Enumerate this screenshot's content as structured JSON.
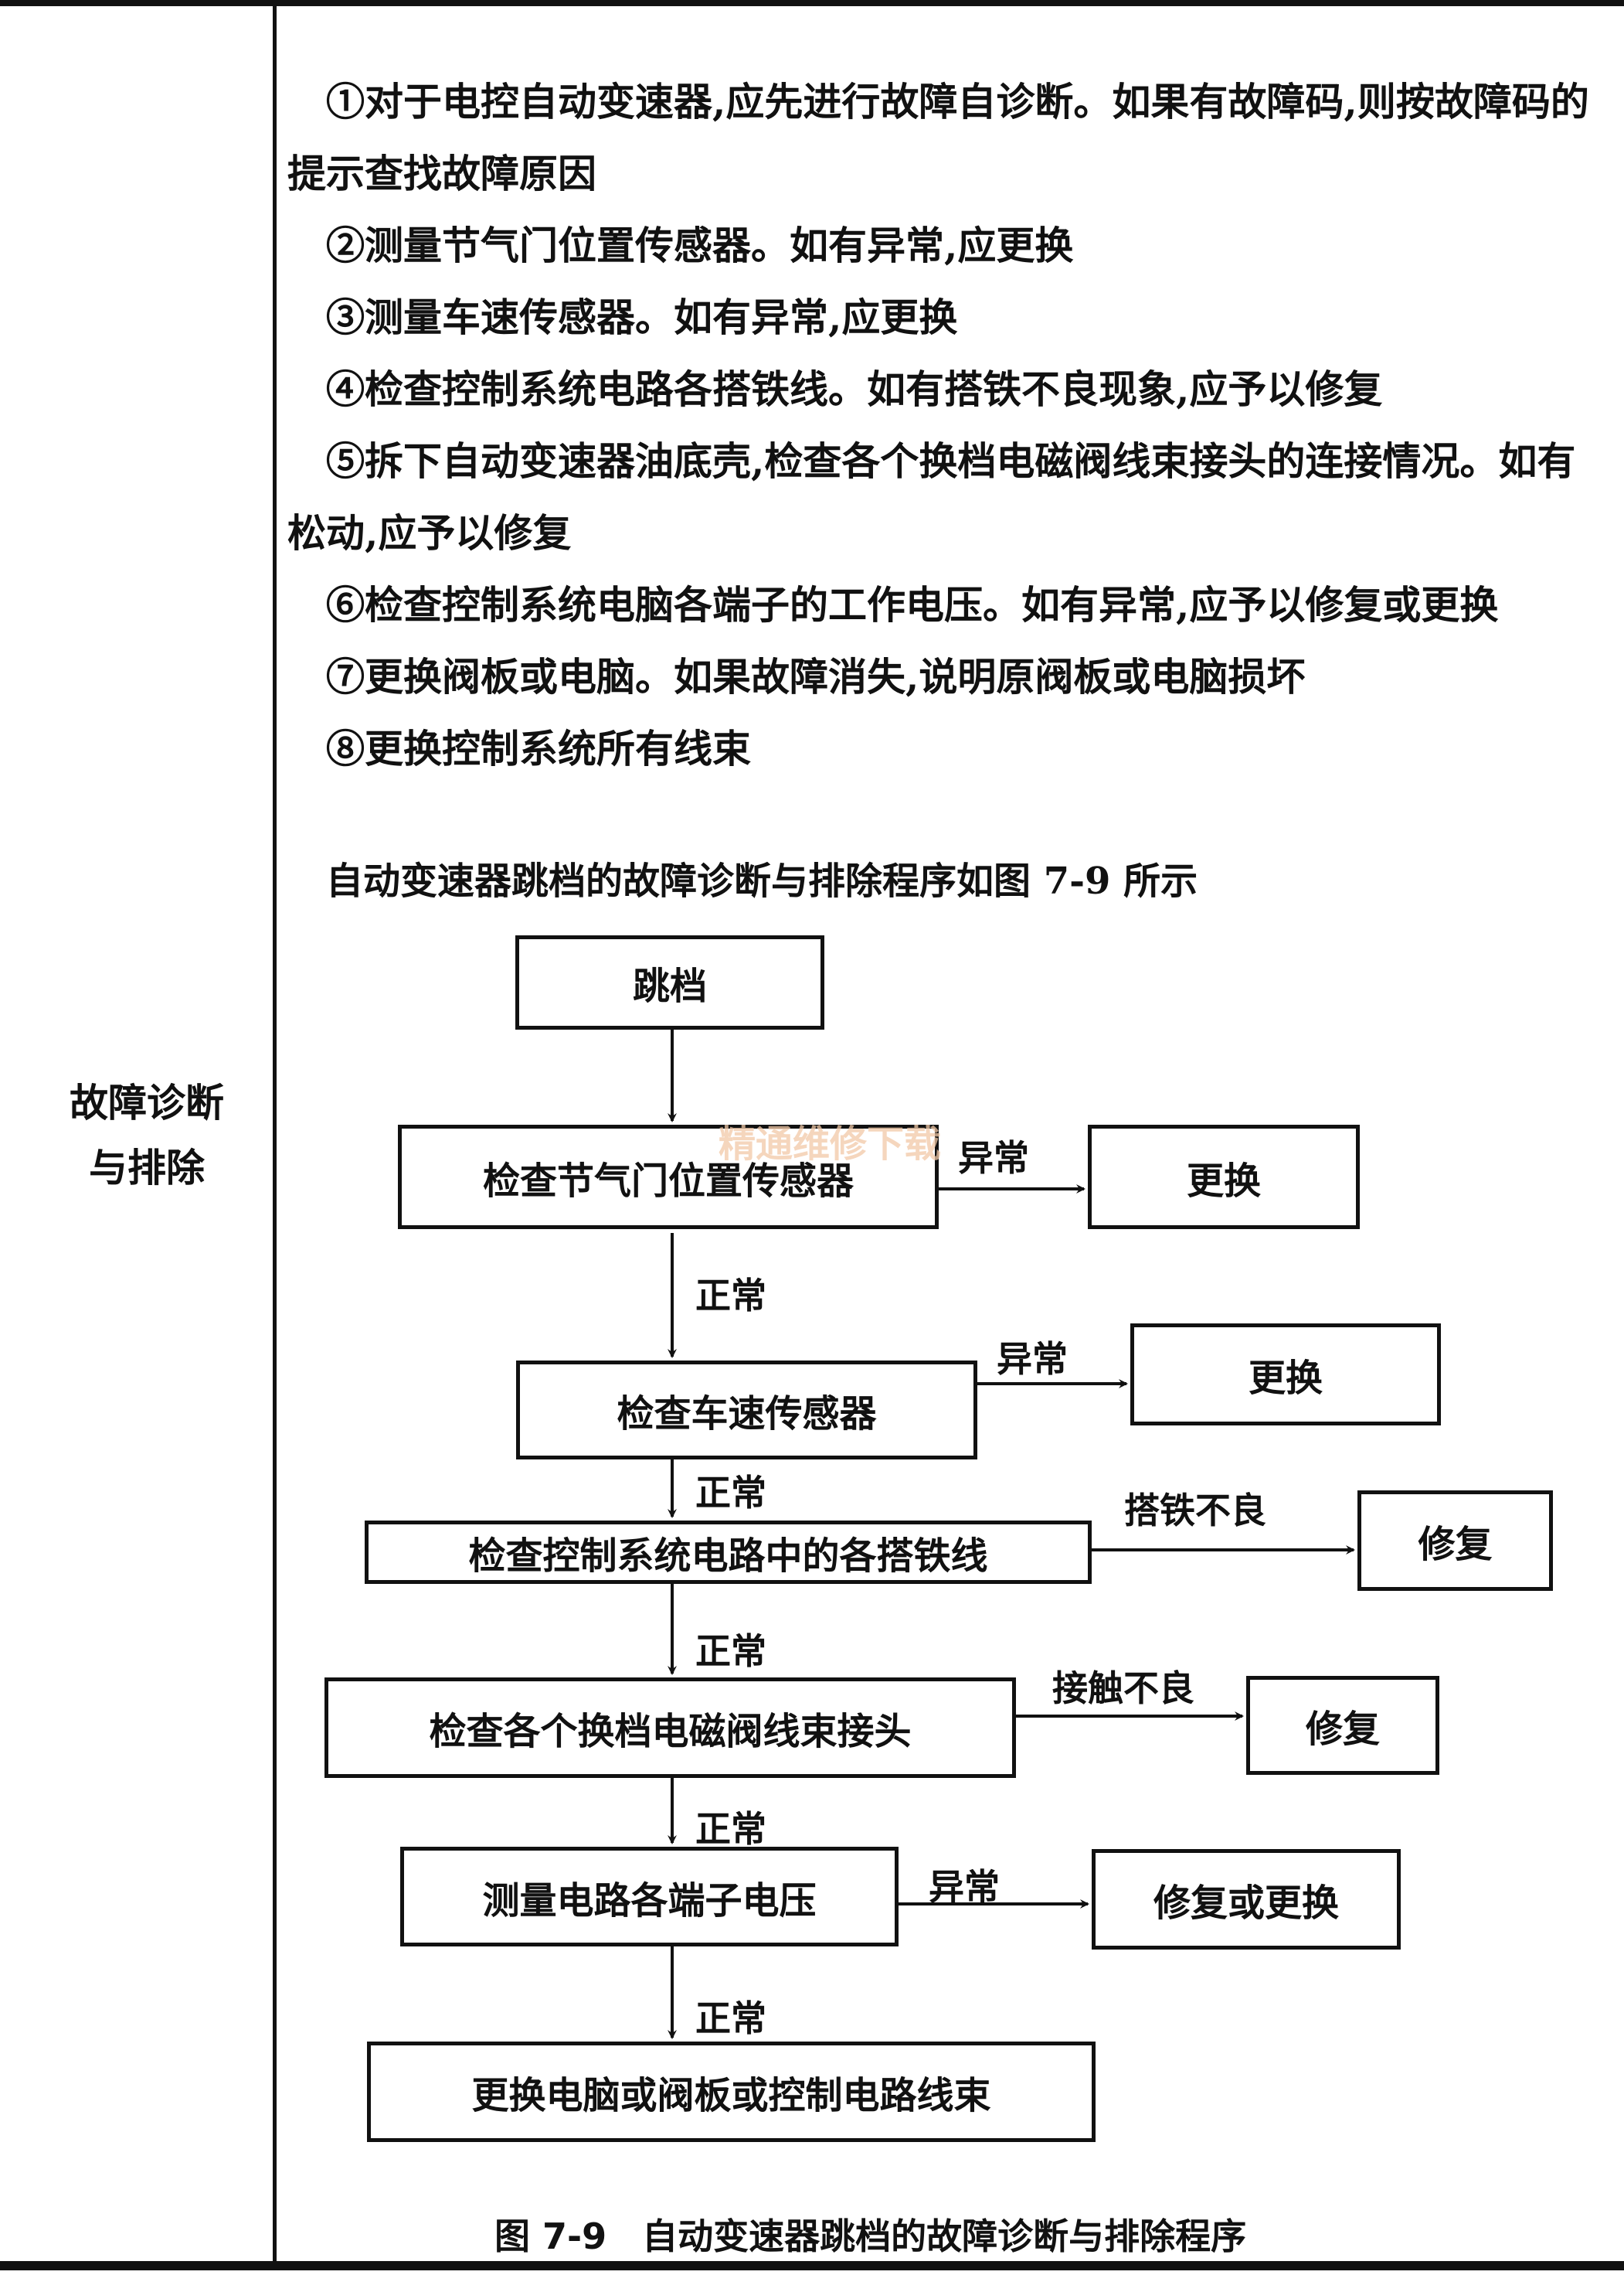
{
  "left_label": [
    "故障诊断",
    "与排除"
  ],
  "steps": [
    "①对于电控自动变速器,应先进行故障自诊断。如果有故障码,则按故障码的提示查找故障原因",
    "②测量节气门位置传感器。如有异常,应更换",
    "③测量车速传感器。如有异常,应更换",
    "④检查控制系统电路各搭铁线。如有搭铁不良现象,应予以修复",
    "⑤拆下自动变速器油底壳,检查各个换档电磁阀线束接头的连接情况。如有松动,应予以修复",
    "⑥检查控制系统电脑各端子的工作电压。如有异常,应予以修复或更换",
    "⑦更换阀板或电脑。如果故障消失,说明原阀板或电脑损坏",
    "⑧更换控制系统所有线束"
  ],
  "intro": "自动变速器跳档的故障诊断与排除程序如图 7-9 所示",
  "flowchart": {
    "start": "跳档",
    "checks": [
      {
        "label": "检查节气门位置传感器",
        "fault": "异常",
        "action": "更换",
        "ok": "正常"
      },
      {
        "label": "检查车速传感器",
        "fault": "异常",
        "action": "更换",
        "ok": "正常"
      },
      {
        "label": "检查控制系统电路中的各搭铁线",
        "fault": "搭铁不良",
        "action": "修复",
        "ok": "正常"
      },
      {
        "label": "检查各个换档电磁阀线束接头",
        "fault": "接触不良",
        "action": "修复",
        "ok": "正常"
      },
      {
        "label": "测量电路各端子电压",
        "fault": "异常",
        "action": "修复或更换",
        "ok": "正常"
      }
    ],
    "end": "更换电脑或阀板或控制电路线束"
  },
  "caption": {
    "number": "图 7-9",
    "text": "自动变速器跳档的故障诊断与排除程序"
  },
  "watermark": "精通维修下载"
}
